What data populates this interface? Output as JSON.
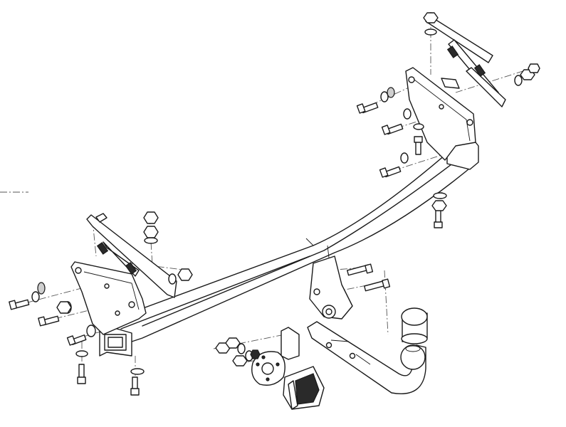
{
  "diagram": {
    "palette": {
      "line": "#1a1a1a",
      "background": "#ffffff",
      "shade": "#cfcfcf",
      "dark": "#2a2a2a"
    },
    "parts": [
      "tow-bar-crossbeam",
      "left-side-bracket",
      "right-side-bracket",
      "left-mounting-plate",
      "right-mounting-plate",
      "tow-ball-neck",
      "tow-ball",
      "ball-cover-cap",
      "socket-plate",
      "electrical-socket",
      "bolt-set",
      "washer-set",
      "nut-set"
    ]
  }
}
